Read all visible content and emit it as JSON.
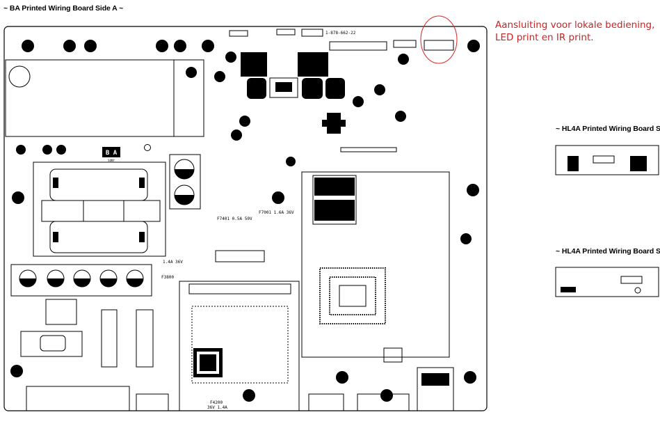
{
  "diagram": {
    "title_main": "~ BA Printed Wiring Board Side A ~",
    "title_sub1": "~ HL4A Printed Wiring Board S",
    "title_sub2": "~ HL4A Printed Wiring Board S",
    "annotation": "Aansluiting voor lokale bediening, LED print en IR print.",
    "board_label": "B A",
    "board_sublabel": "SONY",
    "part_number": "1-878-662-22",
    "component_labels": {
      "f7001": "F7001 1.6A 36V",
      "f7401": "F7401 0.5A 50V",
      "f3800_rating": "1.4A 36V",
      "f3800": "F3800",
      "f4200": "F4200",
      "f4200_rating": "36V 1.4A"
    },
    "colors": {
      "annotation_red": "#cc2222",
      "circle_red": "#dd2222",
      "ink": "#000000"
    }
  }
}
